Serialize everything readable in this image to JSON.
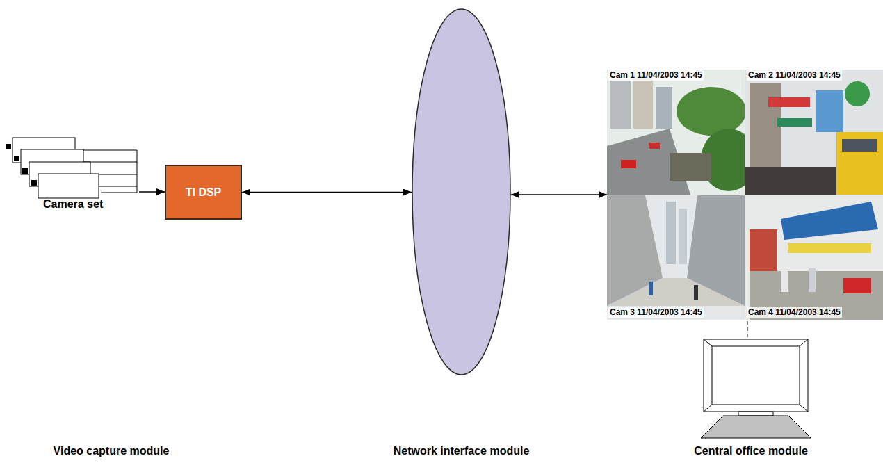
{
  "diagram": {
    "nodes": [
      {
        "text": [
          "Camera set"
        ]
      },
      {
        "text": [
          "TI DSP"
        ]
      },
      {
        "text": [
          "Network interface module"
        ]
      },
      {
        "text": [
          "Cam 1 11/04/2003 14:45",
          "Cam 2 11/04/2003 14:45",
          "Cam 3 11/04/2003 14:45",
          "Cam 4 11/04/2003 14:45"
        ]
      }
    ],
    "edges": [
      {
        "from": 0,
        "to": 1,
        "arrow": "to"
      },
      {
        "from": 1,
        "to": 2,
        "arrow": "both"
      },
      {
        "from": 2,
        "to": 3,
        "arrow": "both"
      }
    ],
    "labels": [
      "Video capture module",
      "Central office module"
    ]
  }
}
